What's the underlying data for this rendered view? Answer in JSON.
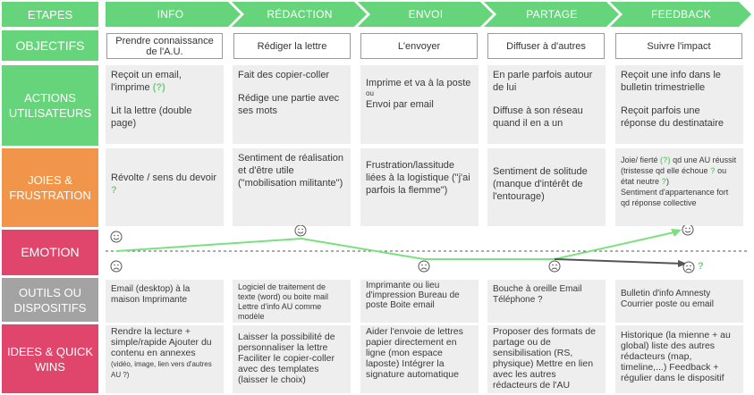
{
  "colors": {
    "green": "#66d47a",
    "grey": "#a3a3a3",
    "orange": "#f0954a",
    "pink": "#e0466b",
    "cell_bg": "#eeeeee",
    "accent_q": "#6cd07b"
  },
  "rows": {
    "etapes": "ETAPES",
    "objectifs": "OBJECTIFS",
    "actions": "ACTIONS UTILISATEURS",
    "joies": "JOIES & FRUSTRATION",
    "emotion": "EMOTION",
    "outils": "OUTILS OU DISPOSITIFS",
    "idees": "IDEES & QUICK WINS"
  },
  "stages": [
    "INFO",
    "RÉDACTION",
    "ENVOI",
    "PARTAGE",
    "FEEDBACK"
  ],
  "objectives": [
    "Prendre connaissance de l'A.U.",
    "Rédiger la lettre",
    "L'envoyer",
    "Diffuser à d'autres",
    "Suivre l'impact"
  ],
  "actions": {
    "info": {
      "a": "Reçoit un email, l'imprime",
      "q": "(?)",
      "b": "Lit la lettre (double page)"
    },
    "redaction": {
      "a": "Fait des copier-coller",
      "b": "Rédige une partie avec ses mots"
    },
    "envoi": {
      "a": "Imprime et va à la poste",
      "ou": "ou",
      "b": "Envoi par email"
    },
    "partage": {
      "a": "En parle parfois autour de lui",
      "b": "Diffuse à son réseau quand il en a un"
    },
    "feedback": {
      "a": "Reçoit une info dans le bulletin trimestrielle",
      "b": "Reçoit parfois une réponse du destinataire"
    }
  },
  "joies": {
    "info": {
      "t": "Révolte / sens du devoir",
      "q": "?"
    },
    "redaction": "Sentiment de réalisation et d'être utile (\"mobilisation militante\")",
    "envoi": "Frustration/lassitude liées à la logistique (\"j'ai parfois la flemme\")",
    "partage": "Sentiment de solitude (manque d'intérêt de l'entourage)",
    "feedback": {
      "a": "Joie/ fierté",
      "q1": "(?)",
      "b": "qd une AU réussit (tristesse qd elle échoue",
      "q2": "?",
      "c": "ou état neutre",
      "q3": "?",
      "d": ")",
      "e": "Sentiment d'appartenance fort qd réponse collective"
    }
  },
  "emotion": {
    "faces": [
      "happy",
      "happy",
      "sad",
      "sad",
      "happy",
      "sad"
    ],
    "q": "?"
  },
  "outils": {
    "info": "Email (desktop) à la maison Imprimante",
    "redaction": "Logiciel de traitement de texte (word) ou boite mail Lettre d'info AU comme modèle",
    "envoi": "Imprimante ou lieu d'impression Bureau de poste Boite email",
    "partage": "Bouche à oreille Email Téléphone ?",
    "feedback": "Bulletin d'info Amnesty Courrier poste ou email"
  },
  "idees": {
    "info": {
      "a": "Rendre la lecture + simple/rapide Ajouter du contenu en annexes",
      "b": "(vidéo, image, lien vers d'autres AU ?)"
    },
    "redaction": "Laisser la possibilité de personnaliser la lettre Faciliter le copier-coller avec des templates (laisser le choix)",
    "envoi": "Aider l'envoie de lettres papier directement en ligne (mon espace laposte) Intégrer la signature automatique",
    "partage": "Proposer des formats de partage ou de sensibilisation (RS, physique) Mettre en lien avec les autres rédacteurs de l'AU",
    "feedback": "Historique (la mienne + au global) liste des autres rédacteurs (map, timeline,...) Feedback + régulier dans le dispositif"
  }
}
